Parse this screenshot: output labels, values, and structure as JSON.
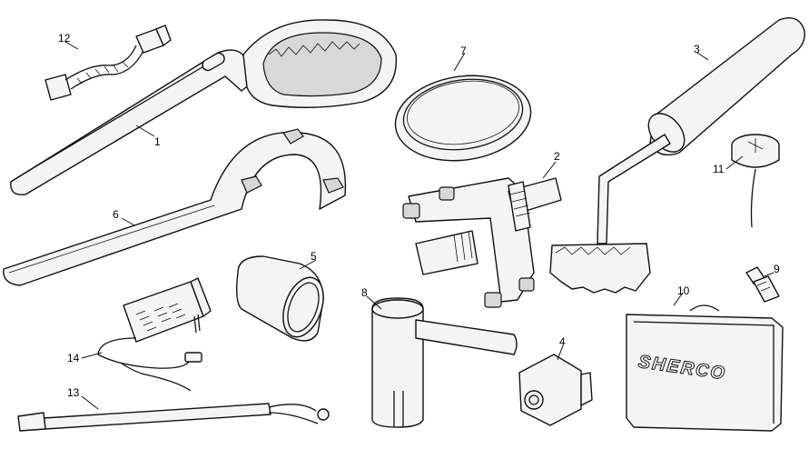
{
  "callouts": {
    "n1": "1",
    "n2": "2",
    "n3": "3",
    "n4": "4",
    "n5": "5",
    "n6": "6",
    "n7": "7",
    "n8": "8",
    "n9": "9",
    "n10": "10",
    "n11": "11",
    "n12": "12",
    "n13": "13",
    "n14": "14"
  },
  "case_brand": "SHERCO"
}
